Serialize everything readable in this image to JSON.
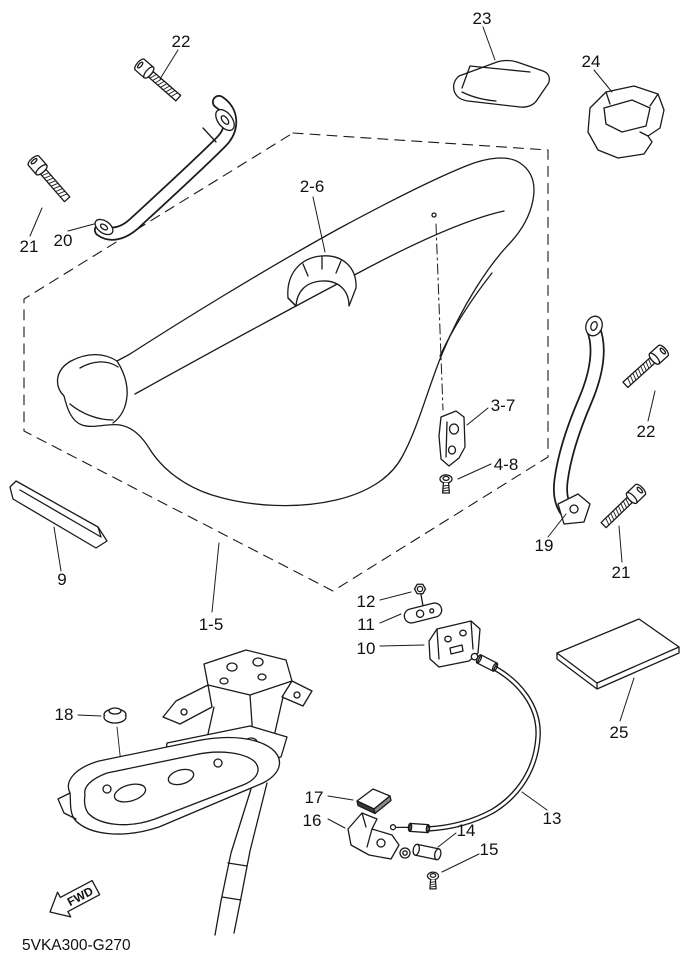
{
  "page": {
    "background": "#ffffff",
    "line_color": "#1a1a1a"
  },
  "diagram": {
    "title_code": "5VKA300-G270",
    "fwd_marker": "FWD"
  },
  "labels": {
    "bolt_22_top_left": "22",
    "bolt_21_left": "21",
    "grab_rail_left_20": "20",
    "cover_23": "23",
    "bracket_24": "24",
    "seat_strap_2_6": "2-6",
    "seat_bracket_3_7": "3-7",
    "screw_4_8": "4-8",
    "bolt_22_right": "22",
    "grab_rail_right_19": "19",
    "bolt_21_right": "21",
    "trim_strip_9": "9",
    "seat_assembly_1_5": "1-5",
    "nut_12": "12",
    "plate_11": "11",
    "lock_bracket_10": "10",
    "sheet_25": "25",
    "damper_18": "18",
    "pad_17": "17",
    "bracket_16": "16",
    "cable_13": "13",
    "pin_14": "14",
    "screw_15": "15"
  }
}
